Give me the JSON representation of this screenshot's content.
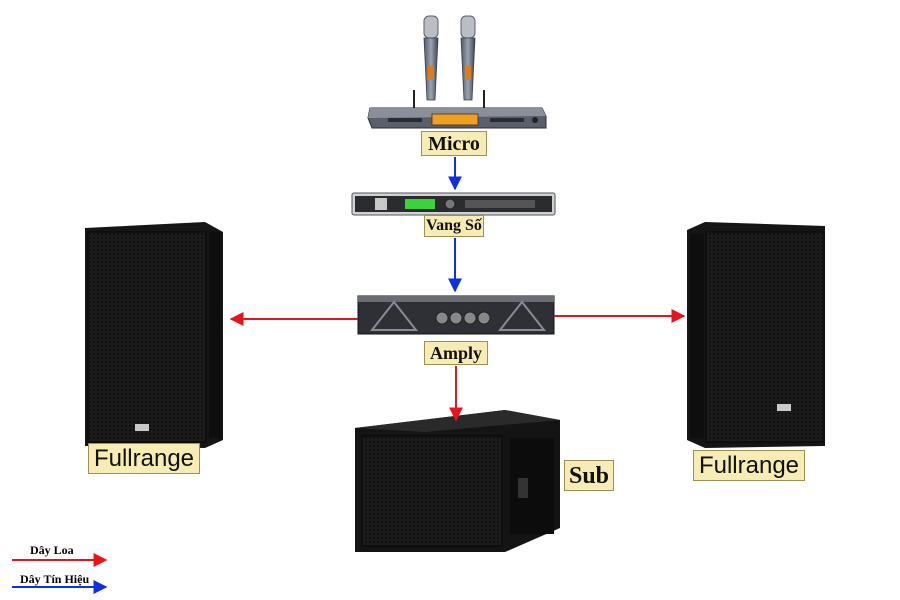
{
  "devices": {
    "micro_label": "Micro",
    "vangso_label": "Vang Số",
    "amply_label": "Amply",
    "sub_label": "Sub",
    "fullrange_left_label": "Fullrange",
    "fullrange_right_label": "Fullrange"
  },
  "legend": {
    "speaker_wire": "Dây Loa",
    "signal_wire": "Dây Tín Hiệu"
  },
  "colors": {
    "speaker_wire": "#e8141c",
    "signal_wire": "#1030e0",
    "label_background": "#f7ecb4"
  }
}
